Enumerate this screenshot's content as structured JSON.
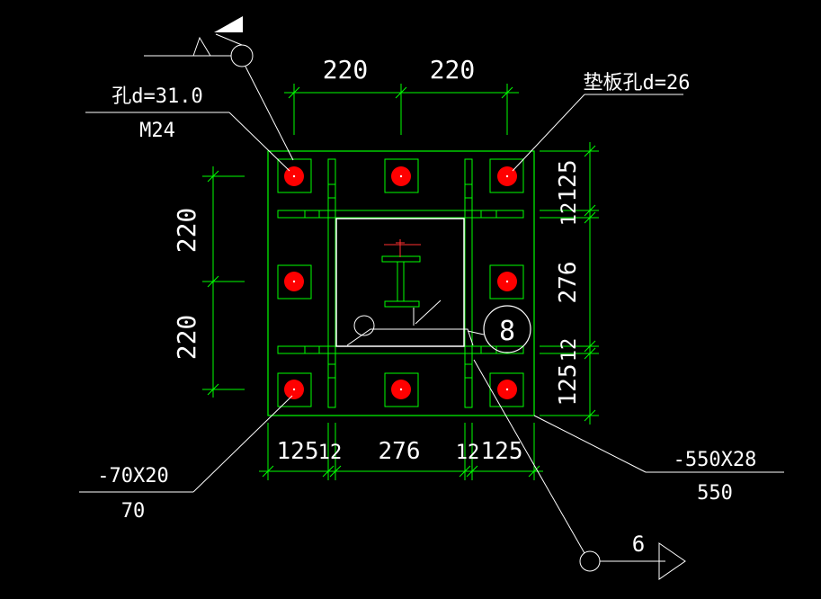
{
  "colors": {
    "background": "#000000",
    "plate": "#00ff00",
    "bolt": "#ff0000",
    "text": "#ffffff",
    "leader": "#ffffff",
    "column": "#ff2a2a"
  },
  "dimensions": {
    "top_spacing_left": "220",
    "top_spacing_right": "220",
    "left_spacing_top": "220",
    "left_spacing_bottom": "220",
    "right_edge_top": "125",
    "right_gap_top": "12",
    "right_middle": "276",
    "right_gap_bottom": "12",
    "right_edge_bottom": "125",
    "bottom_edge_left": "125",
    "bottom_gap_left": "12",
    "bottom_middle": "276",
    "bottom_gap_right": "12",
    "bottom_edge_right": "125"
  },
  "labels": {
    "bolt_hole": "孔d=31.0",
    "bolt_size": "M24",
    "washer_hole": "垫板孔d=26",
    "washer_plate": "-70X20",
    "washer_plate_sub": "70",
    "base_plate": "-550X28",
    "base_plate_sub": "550",
    "weld_circle": "8",
    "section_ref": "6"
  },
  "bolts": {
    "count": 8
  }
}
